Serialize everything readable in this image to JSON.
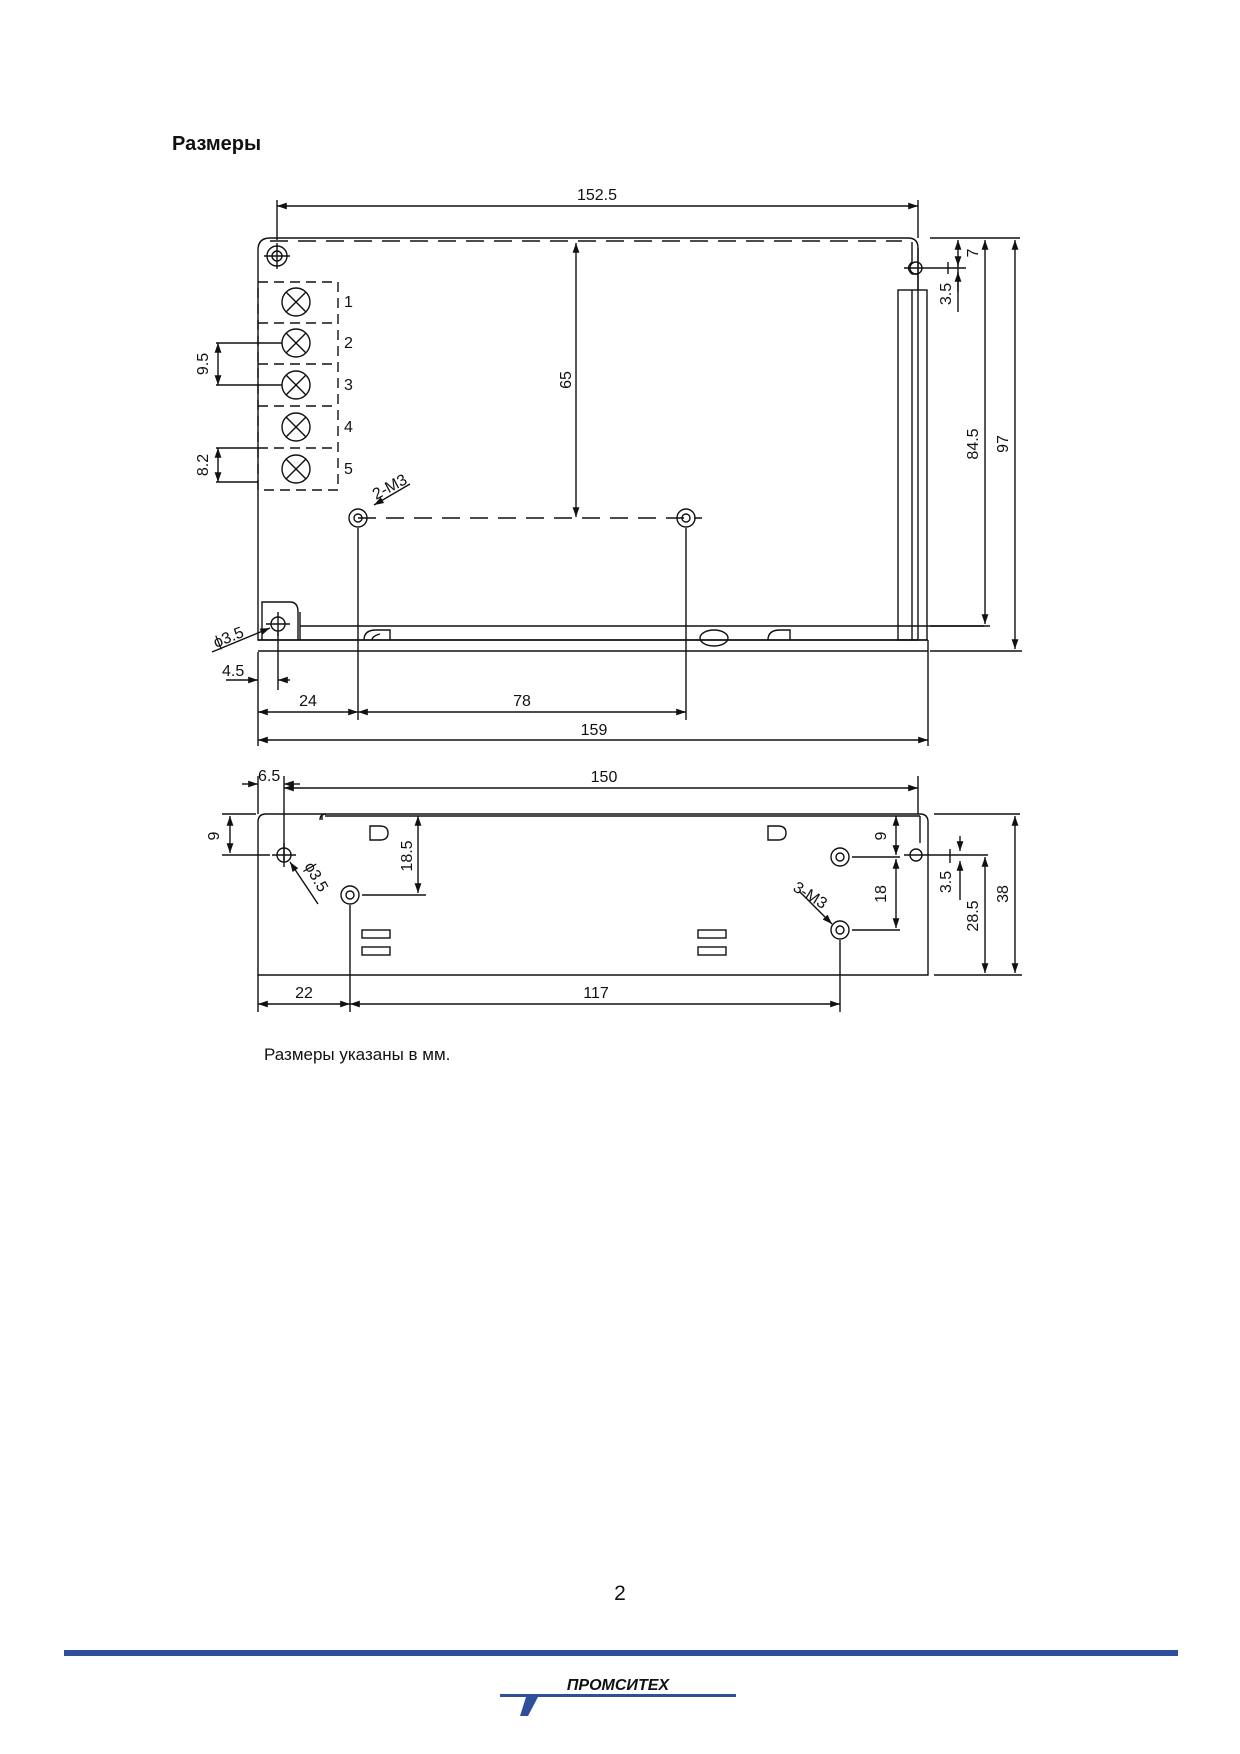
{
  "heading": "Размеры",
  "note": "Размеры указаны в мм.",
  "page_number": "2",
  "logo_text": "ПРОМСИТЕХ",
  "colors": {
    "accent": "#2e4f9c",
    "line": "#111111"
  },
  "dimensions": {
    "top_width": "152.5",
    "height_65": "65",
    "pitch_9_5": "9.5",
    "pitch_8_2": "8.2",
    "terminals": [
      "1",
      "2",
      "3",
      "4",
      "5"
    ],
    "mount_top": "2-M3",
    "hole_dia": "ϕ3.5",
    "offset_4_5": "4.5",
    "offset_24": "24",
    "spacing_78": "78",
    "total_159": "159",
    "dim_7": "7",
    "dim_3_5": "3.5",
    "dim_84_5": "84.5",
    "dim_97": "97",
    "side_6_5": "6.5",
    "side_150": "150",
    "side_9_left": "9",
    "side_18_5": "18.5",
    "side_hole": "ϕ3.5",
    "side_mount": "3-M3",
    "side_9_right": "9",
    "side_18": "18",
    "side_3_5": "3.5",
    "side_28_5": "28.5",
    "side_38": "38",
    "side_22": "22",
    "side_117": "117"
  }
}
